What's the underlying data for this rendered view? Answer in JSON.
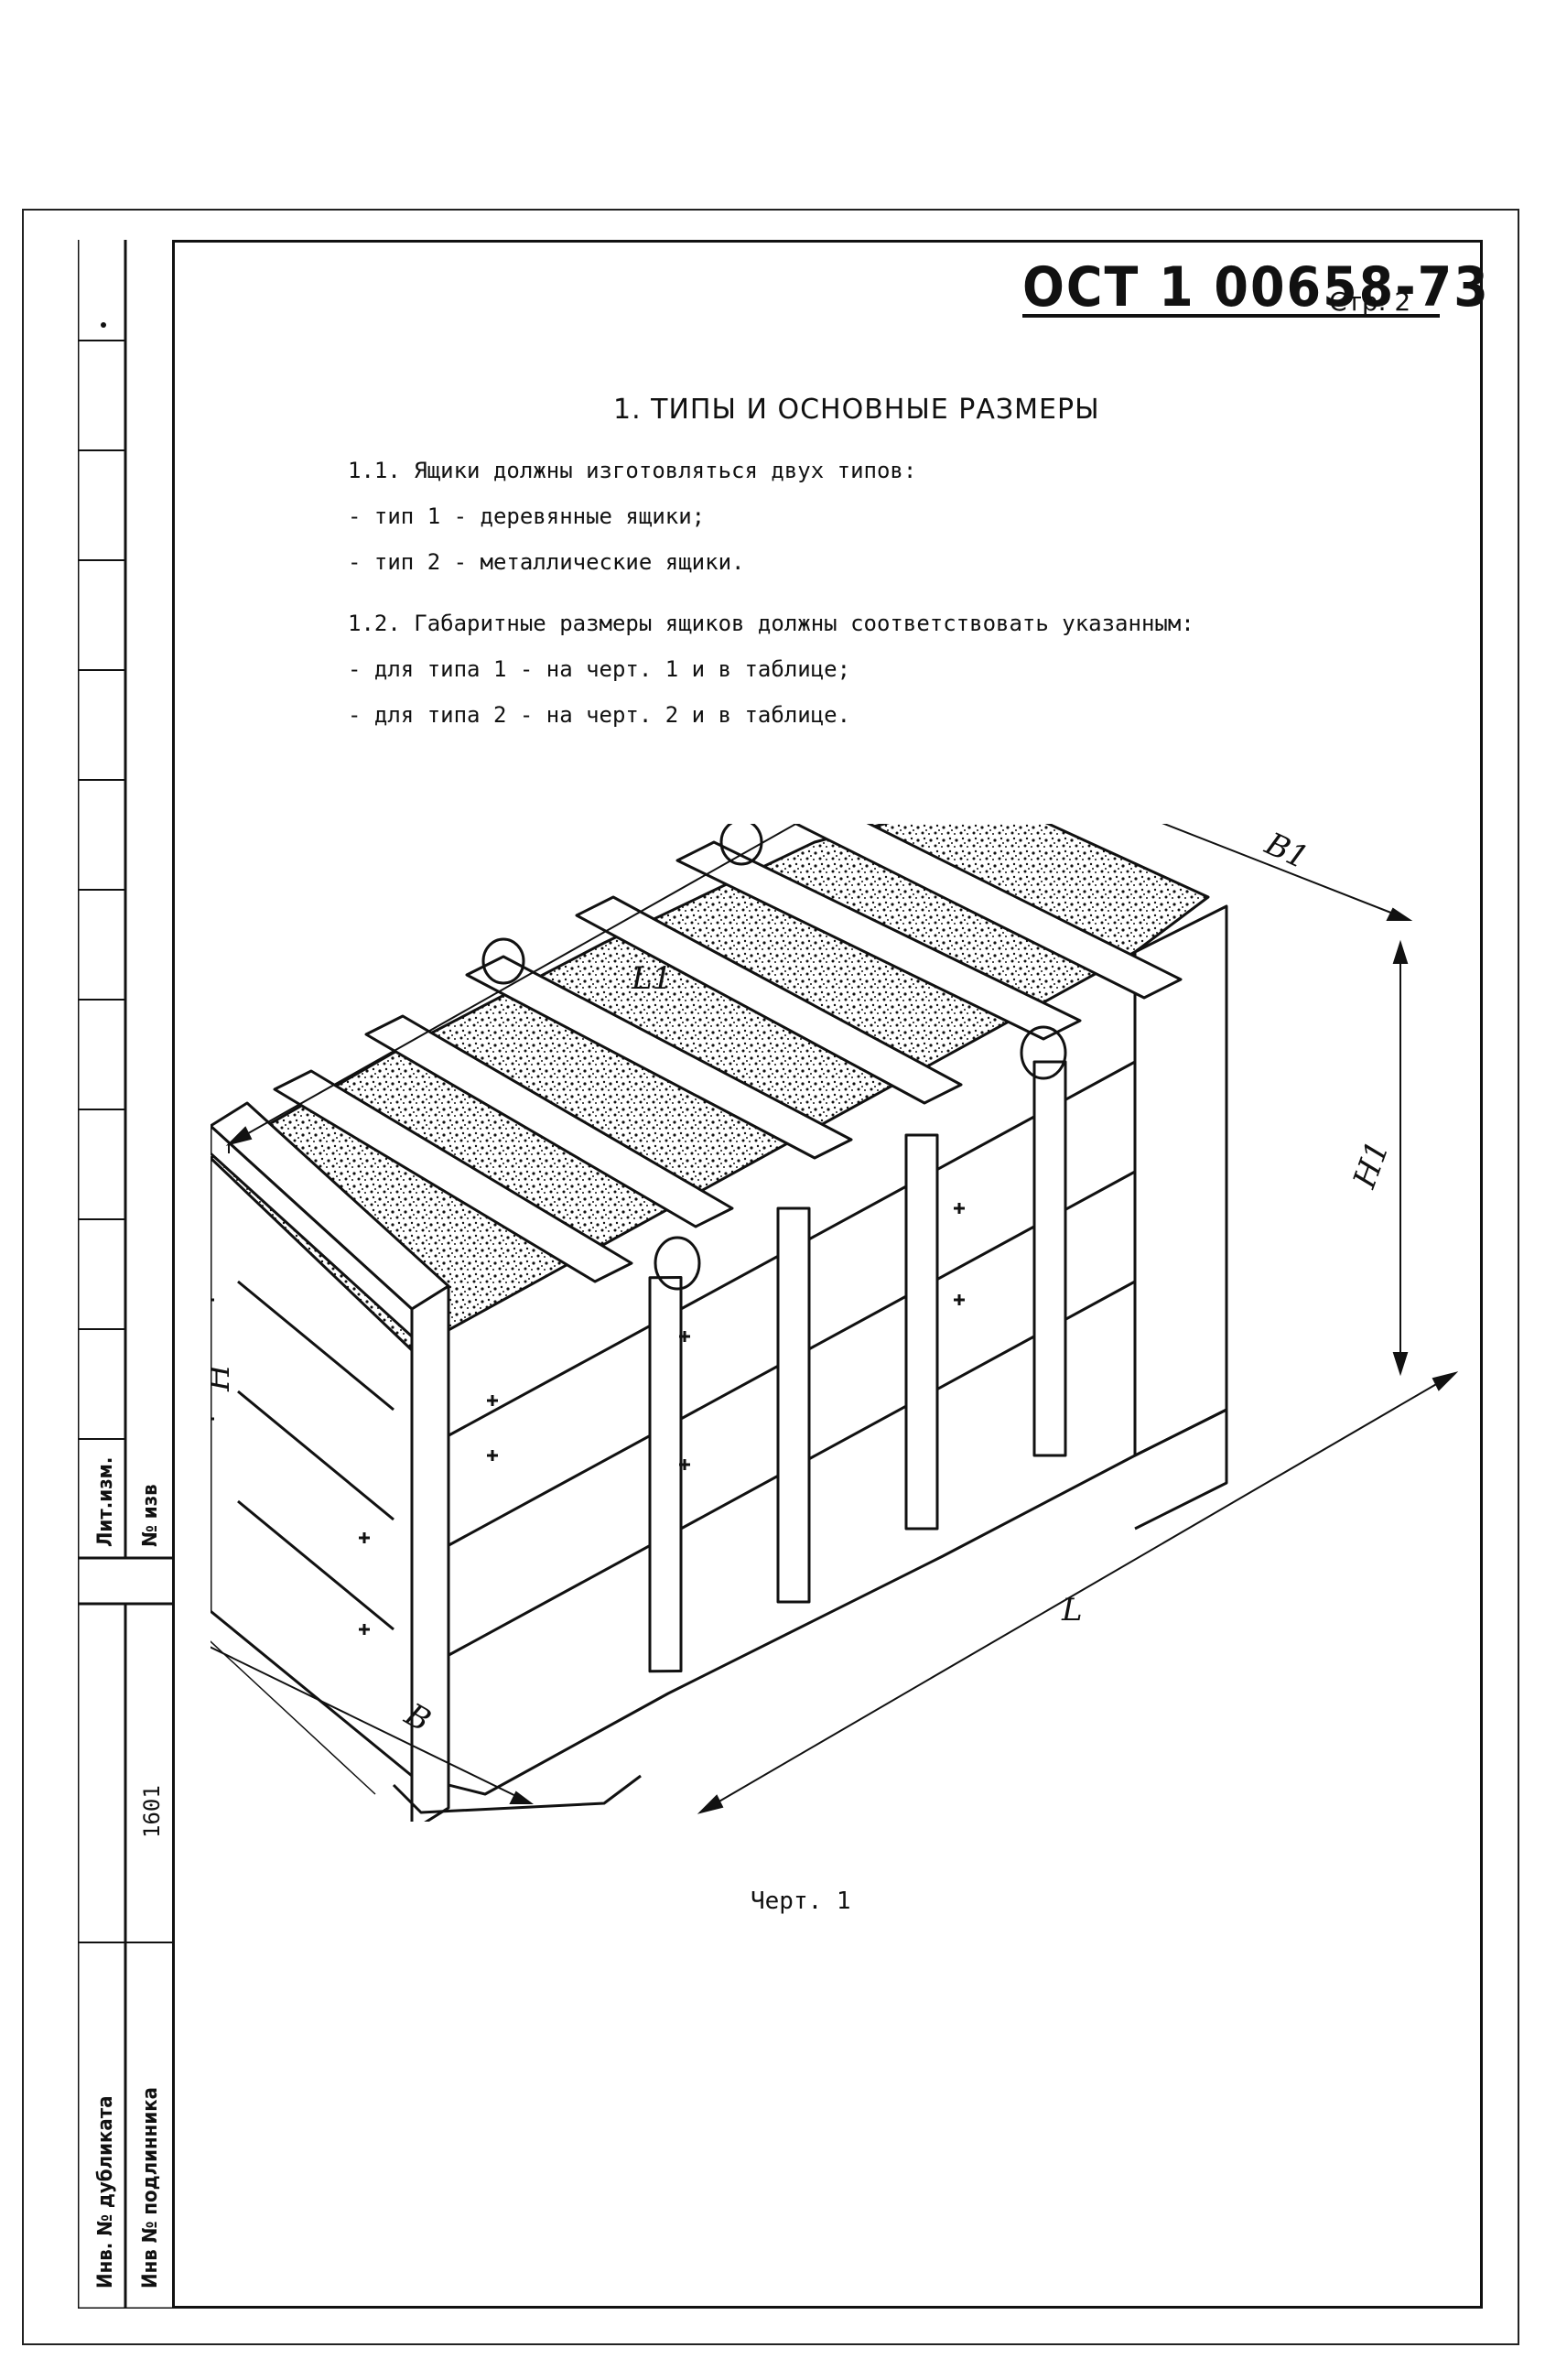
{
  "header": {
    "doc_number": "ОСТ 1 00658-73",
    "page_label": "Стр. 2"
  },
  "section_title": "1. ТИПЫ И ОСНОВНЫЕ РАЗМЕРЫ",
  "paragraphs": [
    "1.1. Ящики должны изготовляться двух типов:",
    "- тип 1 - деревянные ящики;",
    "- тип 2 - металлические ящики.",
    "1.2. Габаритные размеры ящиков должны соответствовать указанным:",
    "- для типа 1 - на черт. 1 и в таблице;",
    "- для типа 2 - на черт. 2 и в таблице."
  ],
  "drawing": {
    "caption": "Черт. 1",
    "dims": {
      "L1": "L1",
      "B1": "B1",
      "H1": "H1",
      "H": "H",
      "B": "B",
      "L": "L"
    }
  },
  "sidebar": {
    "lit_izm": "Лит.изм.",
    "no_izv": "№ изв",
    "inv_dubl": "Инв. № дубликата",
    "inv_podl": "Инв № подлинника",
    "podl_value": "1601"
  }
}
